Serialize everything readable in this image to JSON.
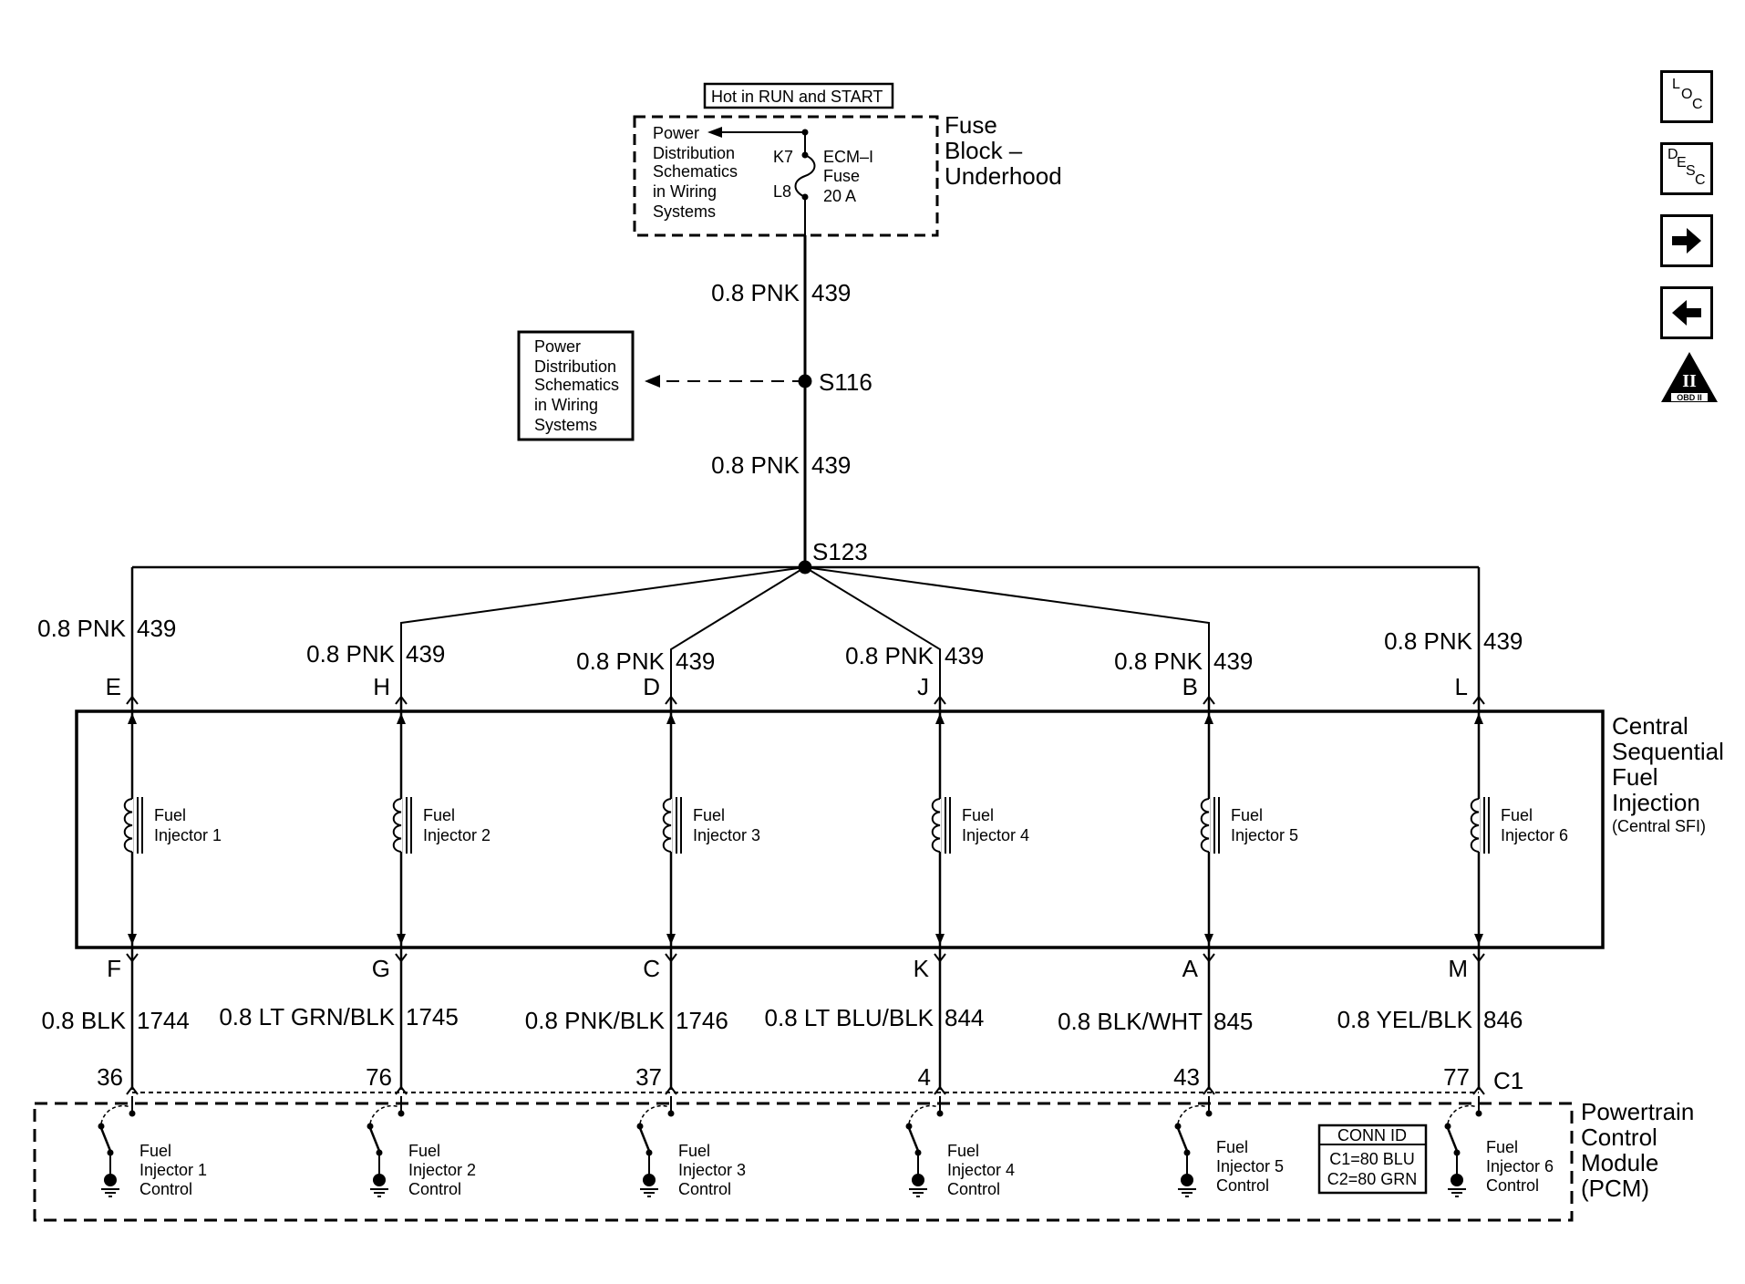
{
  "top": {
    "hot_label": "Hot in RUN and START",
    "fuse_block_line1": "Fuse",
    "fuse_block_line2": "Block –",
    "fuse_block_line3": "Underhood",
    "pd_ref_top": [
      "Power",
      "Distribution",
      "Schematics",
      "in Wiring",
      "Systems"
    ],
    "pin_k7": "K7",
    "pin_l8": "L8",
    "fuse_name": "ECM–I",
    "fuse_word": "Fuse",
    "fuse_rating": "20 A"
  },
  "main_wire": {
    "seg1_size_color": "0.8 PNK",
    "seg1_circuit": "439",
    "splice1": "S116",
    "pd_ref_mid": [
      "Power",
      "Distribution",
      "Schematics",
      "in Wiring",
      "Systems"
    ],
    "seg2_size_color": "0.8 PNK",
    "seg2_circuit": "439",
    "splice2": "S123"
  },
  "injectors": [
    {
      "upper_wire": "0.8 PNK",
      "upper_circuit": "439",
      "upper_pin": "E",
      "name1": "Fuel",
      "name2": "Injector 1",
      "lower_pin": "F",
      "lower_wire": "0.8 BLK",
      "lower_circuit": "1744",
      "pcm_pin": "36",
      "ctrl": [
        "Fuel",
        "Injector 1",
        "Control"
      ]
    },
    {
      "upper_wire": "0.8 PNK",
      "upper_circuit": "439",
      "upper_pin": "H",
      "name1": "Fuel",
      "name2": "Injector 2",
      "lower_pin": "G",
      "lower_wire": "0.8 LT GRN/BLK",
      "lower_circuit": "1745",
      "pcm_pin": "76",
      "ctrl": [
        "Fuel",
        "Injector 2",
        "Control"
      ]
    },
    {
      "upper_wire": "0.8 PNK",
      "upper_circuit": "439",
      "upper_pin": "D",
      "name1": "Fuel",
      "name2": "Injector 3",
      "lower_pin": "C",
      "lower_wire": "0.8 PNK/BLK",
      "lower_circuit": "1746",
      "pcm_pin": "37",
      "ctrl": [
        "Fuel",
        "Injector 3",
        "Control"
      ]
    },
    {
      "upper_wire": "0.8 PNK",
      "upper_circuit": "439",
      "upper_pin": "J",
      "name1": "Fuel",
      "name2": "Injector 4",
      "lower_pin": "K",
      "lower_wire": "0.8 LT BLU/BLK",
      "lower_circuit": "844",
      "pcm_pin": "4",
      "ctrl": [
        "Fuel",
        "Injector 4",
        "Control"
      ]
    },
    {
      "upper_wire": "0.8 PNK",
      "upper_circuit": "439",
      "upper_pin": "B",
      "name1": "Fuel",
      "name2": "Injector 5",
      "lower_pin": "A",
      "lower_wire": "0.8 BLK/WHT",
      "lower_circuit": "845",
      "pcm_pin": "43",
      "ctrl": [
        "Fuel",
        "Injector 5",
        "Control"
      ]
    },
    {
      "upper_wire": "0.8 PNK",
      "upper_circuit": "439",
      "upper_pin": "L",
      "name1": "Fuel",
      "name2": "Injector 6",
      "lower_pin": "M",
      "lower_wire": "0.8 YEL/BLK",
      "lower_circuit": "846",
      "pcm_pin": "77",
      "ctrl": [
        "Fuel",
        "Injector 6",
        "Control"
      ]
    }
  ],
  "sfi": {
    "label": [
      "Central",
      "Sequential",
      "Fuel",
      "Injection"
    ],
    "sub": "(Central SFI)"
  },
  "pcm": {
    "connector": "C1",
    "label": [
      "Powertrain",
      "Control",
      "Module",
      "(PCM)"
    ],
    "conn_id_title": "CONN ID",
    "conn_id_c1": "C1=80 BLU",
    "conn_id_c2": "C2=80 GRN"
  },
  "nav": {
    "loc": {
      "l": "L",
      "o": "O",
      "c": "C",
      "icon": "location-icon"
    },
    "desc": {
      "d": "D",
      "e": "E",
      "s": "S",
      "c": "C",
      "icon": "description-icon"
    },
    "next_icon": "arrow-right-icon",
    "prev_icon": "arrow-left-icon",
    "obd_roman": "II",
    "obd_text": "OBD II"
  }
}
